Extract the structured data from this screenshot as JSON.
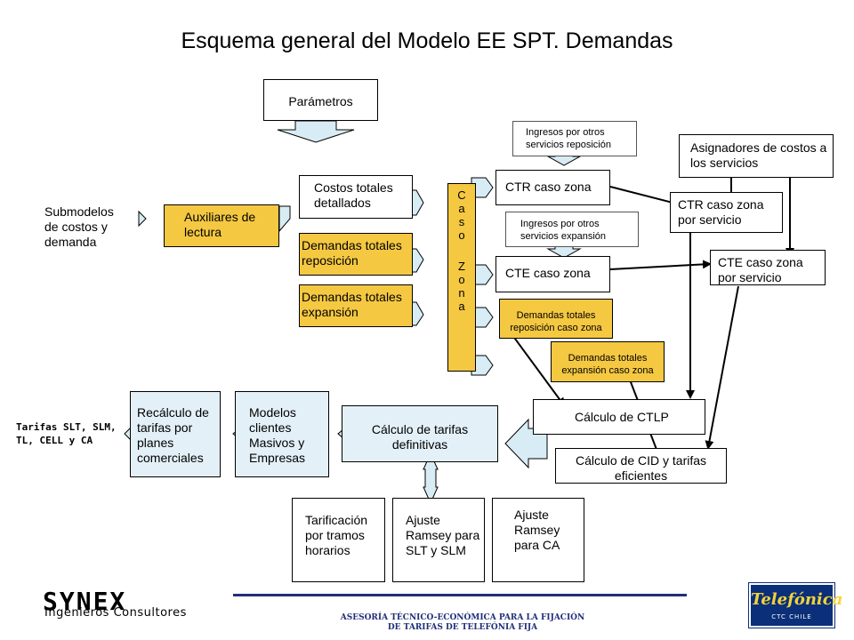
{
  "title": "Esquema general del Modelo EE SPT. Demandas",
  "nodes": {
    "parametros": "Parámetros",
    "submodelos": "Submodelos de costos y demanda",
    "auxiliares": "Auxiliares de lectura",
    "costos_totales": "Costos totales detallados",
    "demandas_reposicion": "Demandas totales reposición",
    "demandas_expansion": "Demandas totales expansión",
    "caso_zona_letters": [
      "C",
      "a",
      "s",
      "o",
      "",
      "Z",
      "o",
      "n",
      "a"
    ],
    "ingresos_reposicion": "Ingresos por otros servicios reposición",
    "ctr_caso_zona": "CTR caso zona",
    "ingresos_expansion": "Ingresos por otros servicios expansión",
    "cte_caso_zona": "CTE caso zona",
    "dem_rep_caso_zona": "Demandas totales reposición caso zona",
    "dem_exp_caso_zona": "Demandas totales expansión caso zona",
    "asignadores": "Asignadores de costos a los servicios",
    "ctr_por_servicio": "CTR caso zona por servicio",
    "cte_por_servicio": "CTE caso zona por servicio",
    "calculo_ctlp": "Cálculo de CTLP",
    "calculo_cid": "Cálculo de CID y tarifas eficientes",
    "calculo_tarifas_def": "Cálculo de tarifas definitivas",
    "modelos_clientes": "Modelos clientes Masivos y Empresas",
    "recalculo": "Recálculo de tarifas por planes comerciales",
    "tarifas_output_line1": "Tarifas SLT, SLM,",
    "tarifas_output_line2": "TL, CELL y CA",
    "tarificacion": "Tarificación por tramos horarios",
    "ajuste_slt": "Ajuste Ramsey para SLT y SLM",
    "ajuste_ca": "Ajuste Ramsey para CA"
  },
  "footer": {
    "company": "SYNEX",
    "company_sub": "Ingenieros Consultores",
    "line1": "ASESORÍA TÉCNICO-ECONÓMICA PARA LA FIJACIÓN",
    "line2": "DE TARIFAS DE TELEFÓNIA FIJA",
    "logo": "Telefónica",
    "logo_sub": "CTC CHILE"
  },
  "colors": {
    "yellow": "#f5c842",
    "light_blue": "#e3f0f8",
    "arrow_fill": "#d7ecf4",
    "footer_blue": "#1f2f7a"
  }
}
